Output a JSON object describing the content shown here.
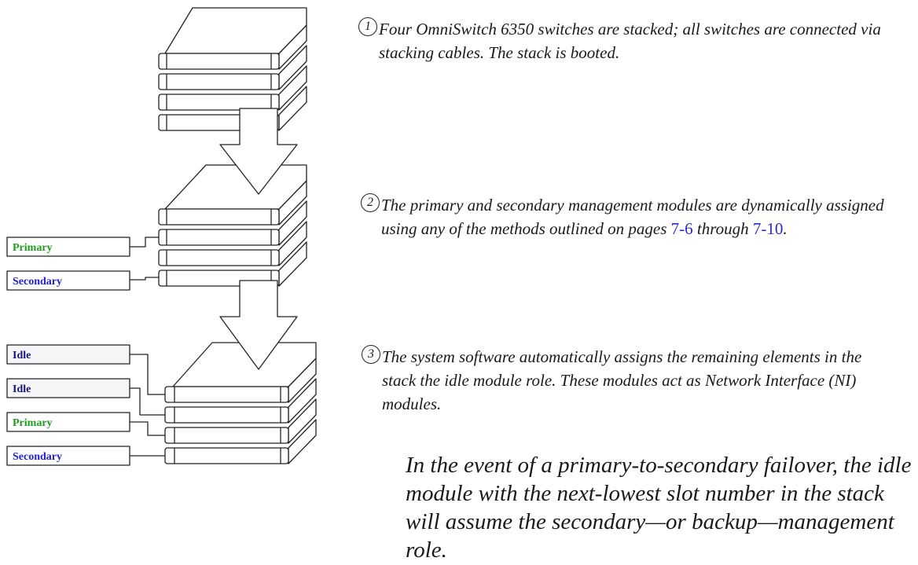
{
  "labels": {
    "primary": "Primary",
    "secondary": "Secondary",
    "idle": "Idle"
  },
  "steps": [
    {
      "number": "1",
      "text": "Four OmniSwitch 6350 switches are stacked; all switches are connected via stacking cables. The stack is booted."
    },
    {
      "number": "2",
      "text_before": "The primary and secondary management modules are dynamically assigned using any of the methods outlined on pages ",
      "link1": "7-6",
      "text_middle": " through ",
      "link2": "7-10",
      "text_after": "."
    },
    {
      "number": "3",
      "text": "The system software automatically assigns the remaining elements in the stack the idle module role. These modules act as Network Interface (NI) modules."
    }
  ],
  "note": "In the event of a primary-to-secondary failover, the idle module with the next-lowest slot number in the stack will assume the secondary—or backup—management role.",
  "colors": {
    "primary": "#1e9c1e",
    "secondary": "#1f1fd6",
    "idle": "#16167a",
    "link": "#2b2bd4"
  }
}
